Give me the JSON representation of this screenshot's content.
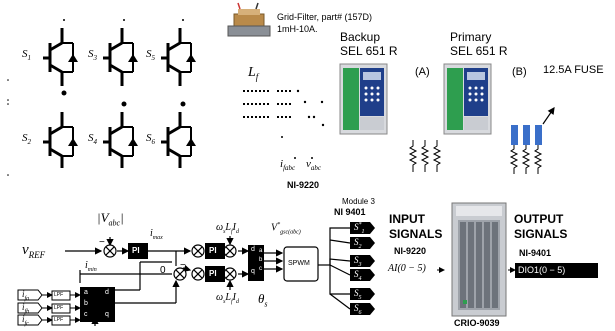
{
  "grid_filter": {
    "line1": "Grid-Filter, part# (157D)",
    "line2": "1mH-10A."
  },
  "relays": {
    "backup_label": "Backup",
    "backup_model": "SEL 651 R",
    "primary_label": "Primary",
    "primary_model": "SEL 651 R",
    "marker_a": "(A)",
    "marker_b": "(B)"
  },
  "fuse_label": "12.5A FUSE",
  "filter_inductor": "L",
  "filter_inductor_sub": "f",
  "sensing": {
    "current": "i",
    "current_sub": "fabc",
    "voltage": "v",
    "voltage_sub": "abc",
    "module": "NI-9220"
  },
  "switches": {
    "s1": "S",
    "s1_sub": "1",
    "s3": "S",
    "s3_sub": "3",
    "s5": "S",
    "s5_sub": "5",
    "s2": "S",
    "s2_sub": "2",
    "s4": "S",
    "s4_sub": "4",
    "s6": "S",
    "s6_sub": "6"
  },
  "control": {
    "vabc_label": "|V",
    "vabc_sub": "abc",
    "vabc_close": "|",
    "vref": "v",
    "vref_sub": "REF",
    "imax": "i",
    "imax_sub": "max",
    "imin": "i",
    "imin_sub": "min",
    "pi1": "PI",
    "pi2": "PI",
    "pi3": "PI",
    "zero": "0",
    "ws_lf_id_top": "ω",
    "ws_lf_id_top_sub": "s",
    "ws_lf_id_top_rest": "L",
    "ws_lf_id_top_rest_sub": "f",
    "ws_lf_id_top_end": "I",
    "ws_lf_id_top_end_sub": "d",
    "vgsc": "V",
    "vgsc_sup": "*",
    "vgsc_sub": "gsc(abc)",
    "dq_d": "d",
    "dq_q": "q",
    "dq_a": "a",
    "dq_b": "b",
    "dq_c": "c",
    "spwm": "SPWM",
    "theta": "θ",
    "theta_sub": "s",
    "lpf": "LPF",
    "ifa": "i",
    "ifa_sub": "fa",
    "ifb": "i",
    "ifb_sub": "fb",
    "ifc": "i",
    "ifc_sub": "fc",
    "minus": "−",
    "plus": "+"
  },
  "module3": {
    "title": "Module 3",
    "name": "NI 9401",
    "outputs": [
      {
        "s": "S",
        "sub": "1",
        "sup": "*"
      },
      {
        "s": "S",
        "sub": "2",
        "sup": ""
      },
      {
        "s": "S",
        "sub": "3",
        "sup": ""
      },
      {
        "s": "S",
        "sub": "4",
        "sup": ""
      },
      {
        "s": "S",
        "sub": "5",
        "sup": ""
      },
      {
        "s": "S",
        "sub": "6",
        "sup": ""
      }
    ]
  },
  "io": {
    "input_title_1": "INPUT",
    "input_title_2": "SIGNALS",
    "input_module": "NI-9220",
    "input_range": "AI(0 − 5)",
    "output_title_1": "OUTPUT",
    "output_title_2": "SIGNALS",
    "output_module": "NI-9401",
    "output_range": "DIO1(0 − 5)",
    "crio": "CRIO-9039"
  },
  "colors": {
    "fuse_blue": "#3a6fc9",
    "relay_blue": "#1f3f8a",
    "relay_green": "#2e9e4f",
    "black": "#000000"
  }
}
